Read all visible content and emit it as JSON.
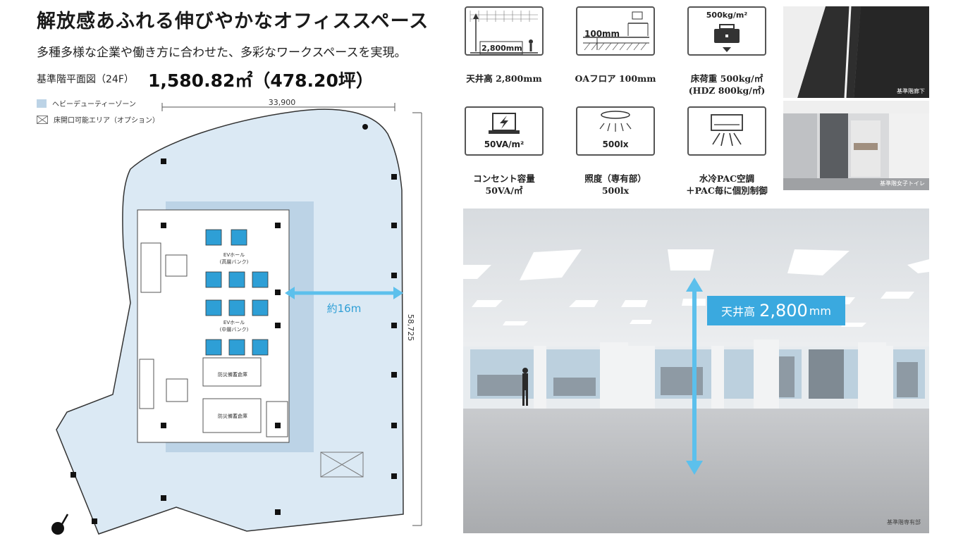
{
  "header": {
    "title": "解放感あふれる伸びやかなオフィススペース",
    "subtitle": "多種多様な企業や働き方に合わせた、多彩なワークスペースを実現。"
  },
  "floorplan": {
    "label": "基準階平面図（24F）",
    "area": "1,580.82㎡（478.20坪）",
    "legend": [
      "ヘビーデューティーゾーン",
      "床開口可能エリア（オプション）"
    ],
    "dim_width": "33,900",
    "dim_depth": "58,725",
    "span_label": "約16m",
    "ev_hall_high": [
      "EVホール",
      "(高層バンク)"
    ],
    "ev_hall_mid": [
      "EVホール",
      "(中層バンク)"
    ],
    "storage_1": "防災備蓄倉庫",
    "storage_2": "防災備蓄倉庫"
  },
  "specs": [
    {
      "id": "ceiling",
      "box_text": "2,800mm",
      "caption": [
        "天井高 2,800mm"
      ]
    },
    {
      "id": "oa",
      "box_text": "100mm",
      "caption": [
        "OAフロア 100mm"
      ]
    },
    {
      "id": "load",
      "box_text": "500kg/m²",
      "caption": [
        "床荷重 500kg/㎡",
        "(HDZ 800kg/㎡)"
      ]
    },
    {
      "id": "outlet",
      "box_text": "50VA/m²",
      "caption": [
        "コンセント容量",
        "50VA/㎡"
      ]
    },
    {
      "id": "lighting",
      "box_text": "500lx",
      "caption": [
        "照度（専有部）",
        "500lx"
      ]
    },
    {
      "id": "ac",
      "box_text": "",
      "caption": [
        "水冷PAC空調",
        "＋PAC毎に個別制御"
      ]
    }
  ],
  "photos": {
    "corridor": "基準階廊下",
    "toilet": "基準階女子トイレ",
    "office": "基準階専有部"
  },
  "ceiling_tag": {
    "label": "天井高",
    "value": "2,800",
    "unit": "mm"
  },
  "colors": {
    "accent": "#3aa9df",
    "zone": "#bcd3e6",
    "box_border": "#555555"
  }
}
